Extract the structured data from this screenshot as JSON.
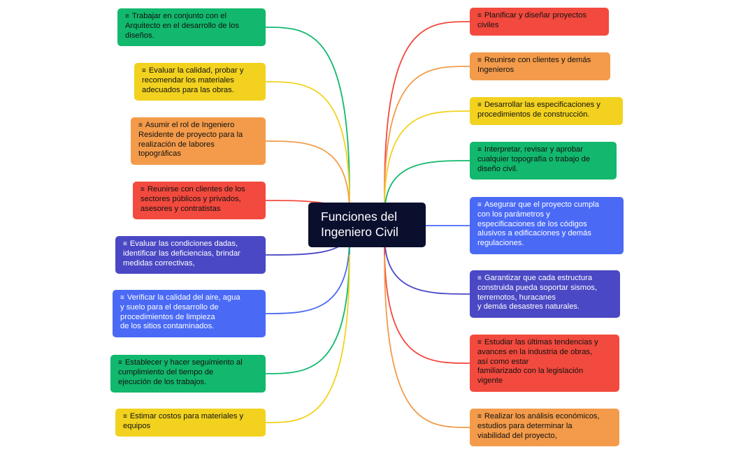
{
  "center": {
    "text": "Funciones del\nIngeniero Civil"
  },
  "marker": "≡",
  "colors": {
    "green": "#12b86d",
    "yellow": "#f2d21f",
    "orange": "#f39b4a",
    "red": "#f24a3e",
    "indigo": "#4a48c4",
    "blue": "#4a6af5",
    "center": "#0b0f2e"
  },
  "left_nodes": [
    {
      "text": "Trabajar en conjunto con el\nArquitecto en el desarrollo de los\ndiseños.",
      "color": "green"
    },
    {
      "text": "Evaluar la calidad, probar y\nrecomendar los materiales\nadecuados para las obras.",
      "color": "yellow"
    },
    {
      "text": "Asumir el rol de Ingeniero\nResidente de proyecto para la\nrealización de labores\ntopográficas",
      "color": "orange"
    },
    {
      "text": "Reunirse con clientes de los\nsectores públicos y privados,\nasesores y contratistas",
      "color": "red"
    },
    {
      "text": "Evaluar las condiciones dadas,\nidentificar las deficiencias, brindar\nmedidas correctivas,",
      "color": "indigo"
    },
    {
      "text": "Verificar la calidad del aire, agua\ny suelo para el desarrollo de\nprocedimientos de limpieza\nde los sitios contaminados.",
      "color": "blue"
    },
    {
      "text": "Establecer y hacer seguimiento al\ncumplimiento del tiempo de\nejecución de los trabajos.",
      "color": "green"
    },
    {
      "text": "Estimar costos para materiales y\nequipos",
      "color": "yellow"
    }
  ],
  "right_nodes": [
    {
      "text": "Planificar y diseñar proyectos\nciviles",
      "color": "red"
    },
    {
      "text": "Reunirse con clientes y demás\nIngenieros",
      "color": "orange"
    },
    {
      "text": "Desarrollar las especificaciones y\nprocedimientos de construcción.",
      "color": "yellow"
    },
    {
      "text": "Interpretar, revisar y aprobar\ncualquier topografía o trabajo de\ndiseño civil.",
      "color": "green"
    },
    {
      "text": "Asegurar que el proyecto cumpla\ncon los parámetros y\nespecificaciones de los códigos\nalusivos a edificaciones y demás\nregulaciones.",
      "color": "blue"
    },
    {
      "text": "Garantizar que cada estructura\nconstruida pueda soportar sismos,\nterremotos, huracanes\ny demás desastres naturales.",
      "color": "indigo"
    },
    {
      "text": "Estudiar las últimas tendencias y\navances en la industria de obras,\nasí como estar\nfamiliarizado con la legislación\nvigente",
      "color": "red"
    },
    {
      "text": "Realizar los análisis económicos,\nestudios para determinar la\nviabilidad del proyecto,",
      "color": "orange"
    }
  ]
}
